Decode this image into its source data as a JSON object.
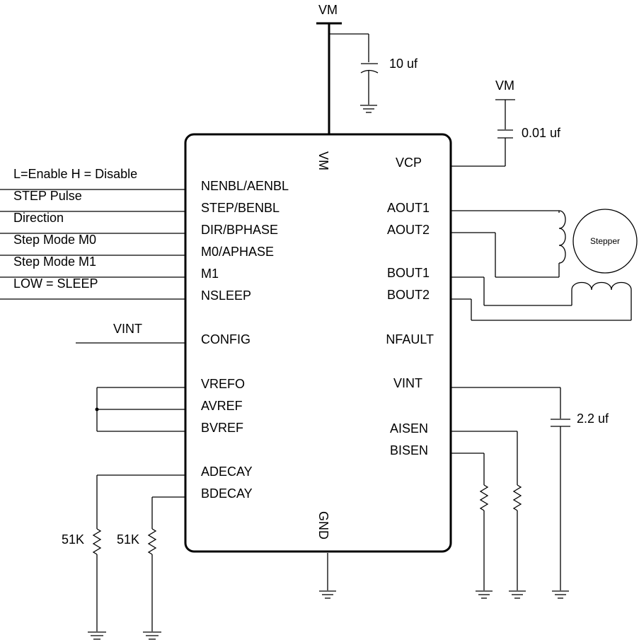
{
  "power": {
    "vm_top": "VM",
    "vm_right": "VM",
    "cap_10uf": "10 uf",
    "cap_001uf": "0.01 uf",
    "cap_22uf": "2.2 uf"
  },
  "ic": {
    "top_pin": "VM",
    "bottom_pin": "GND",
    "left_pins": [
      "NENBL/AENBL",
      "STEP/BENBL",
      "DIR/BPHASE",
      "M0/APHASE",
      "M1",
      "NSLEEP",
      "CONFIG",
      "VREFO",
      "AVREF",
      "BVREF",
      "ADECAY",
      "BDECAY"
    ],
    "right_pins": [
      "VCP",
      "AOUT1",
      "AOUT2",
      "BOUT1",
      "BOUT2",
      "NFAULT",
      "VINT",
      "AISEN",
      "BISEN"
    ]
  },
  "inputs": {
    "labels": [
      "L=Enable H = Disable",
      "STEP Pulse",
      "Direction",
      "Step Mode M0",
      "Step Mode M1",
      "LOW = SLEEP"
    ],
    "vint": "VINT"
  },
  "resistors": [
    "51K",
    "51K"
  ],
  "motor": {
    "label": "Stepper"
  }
}
